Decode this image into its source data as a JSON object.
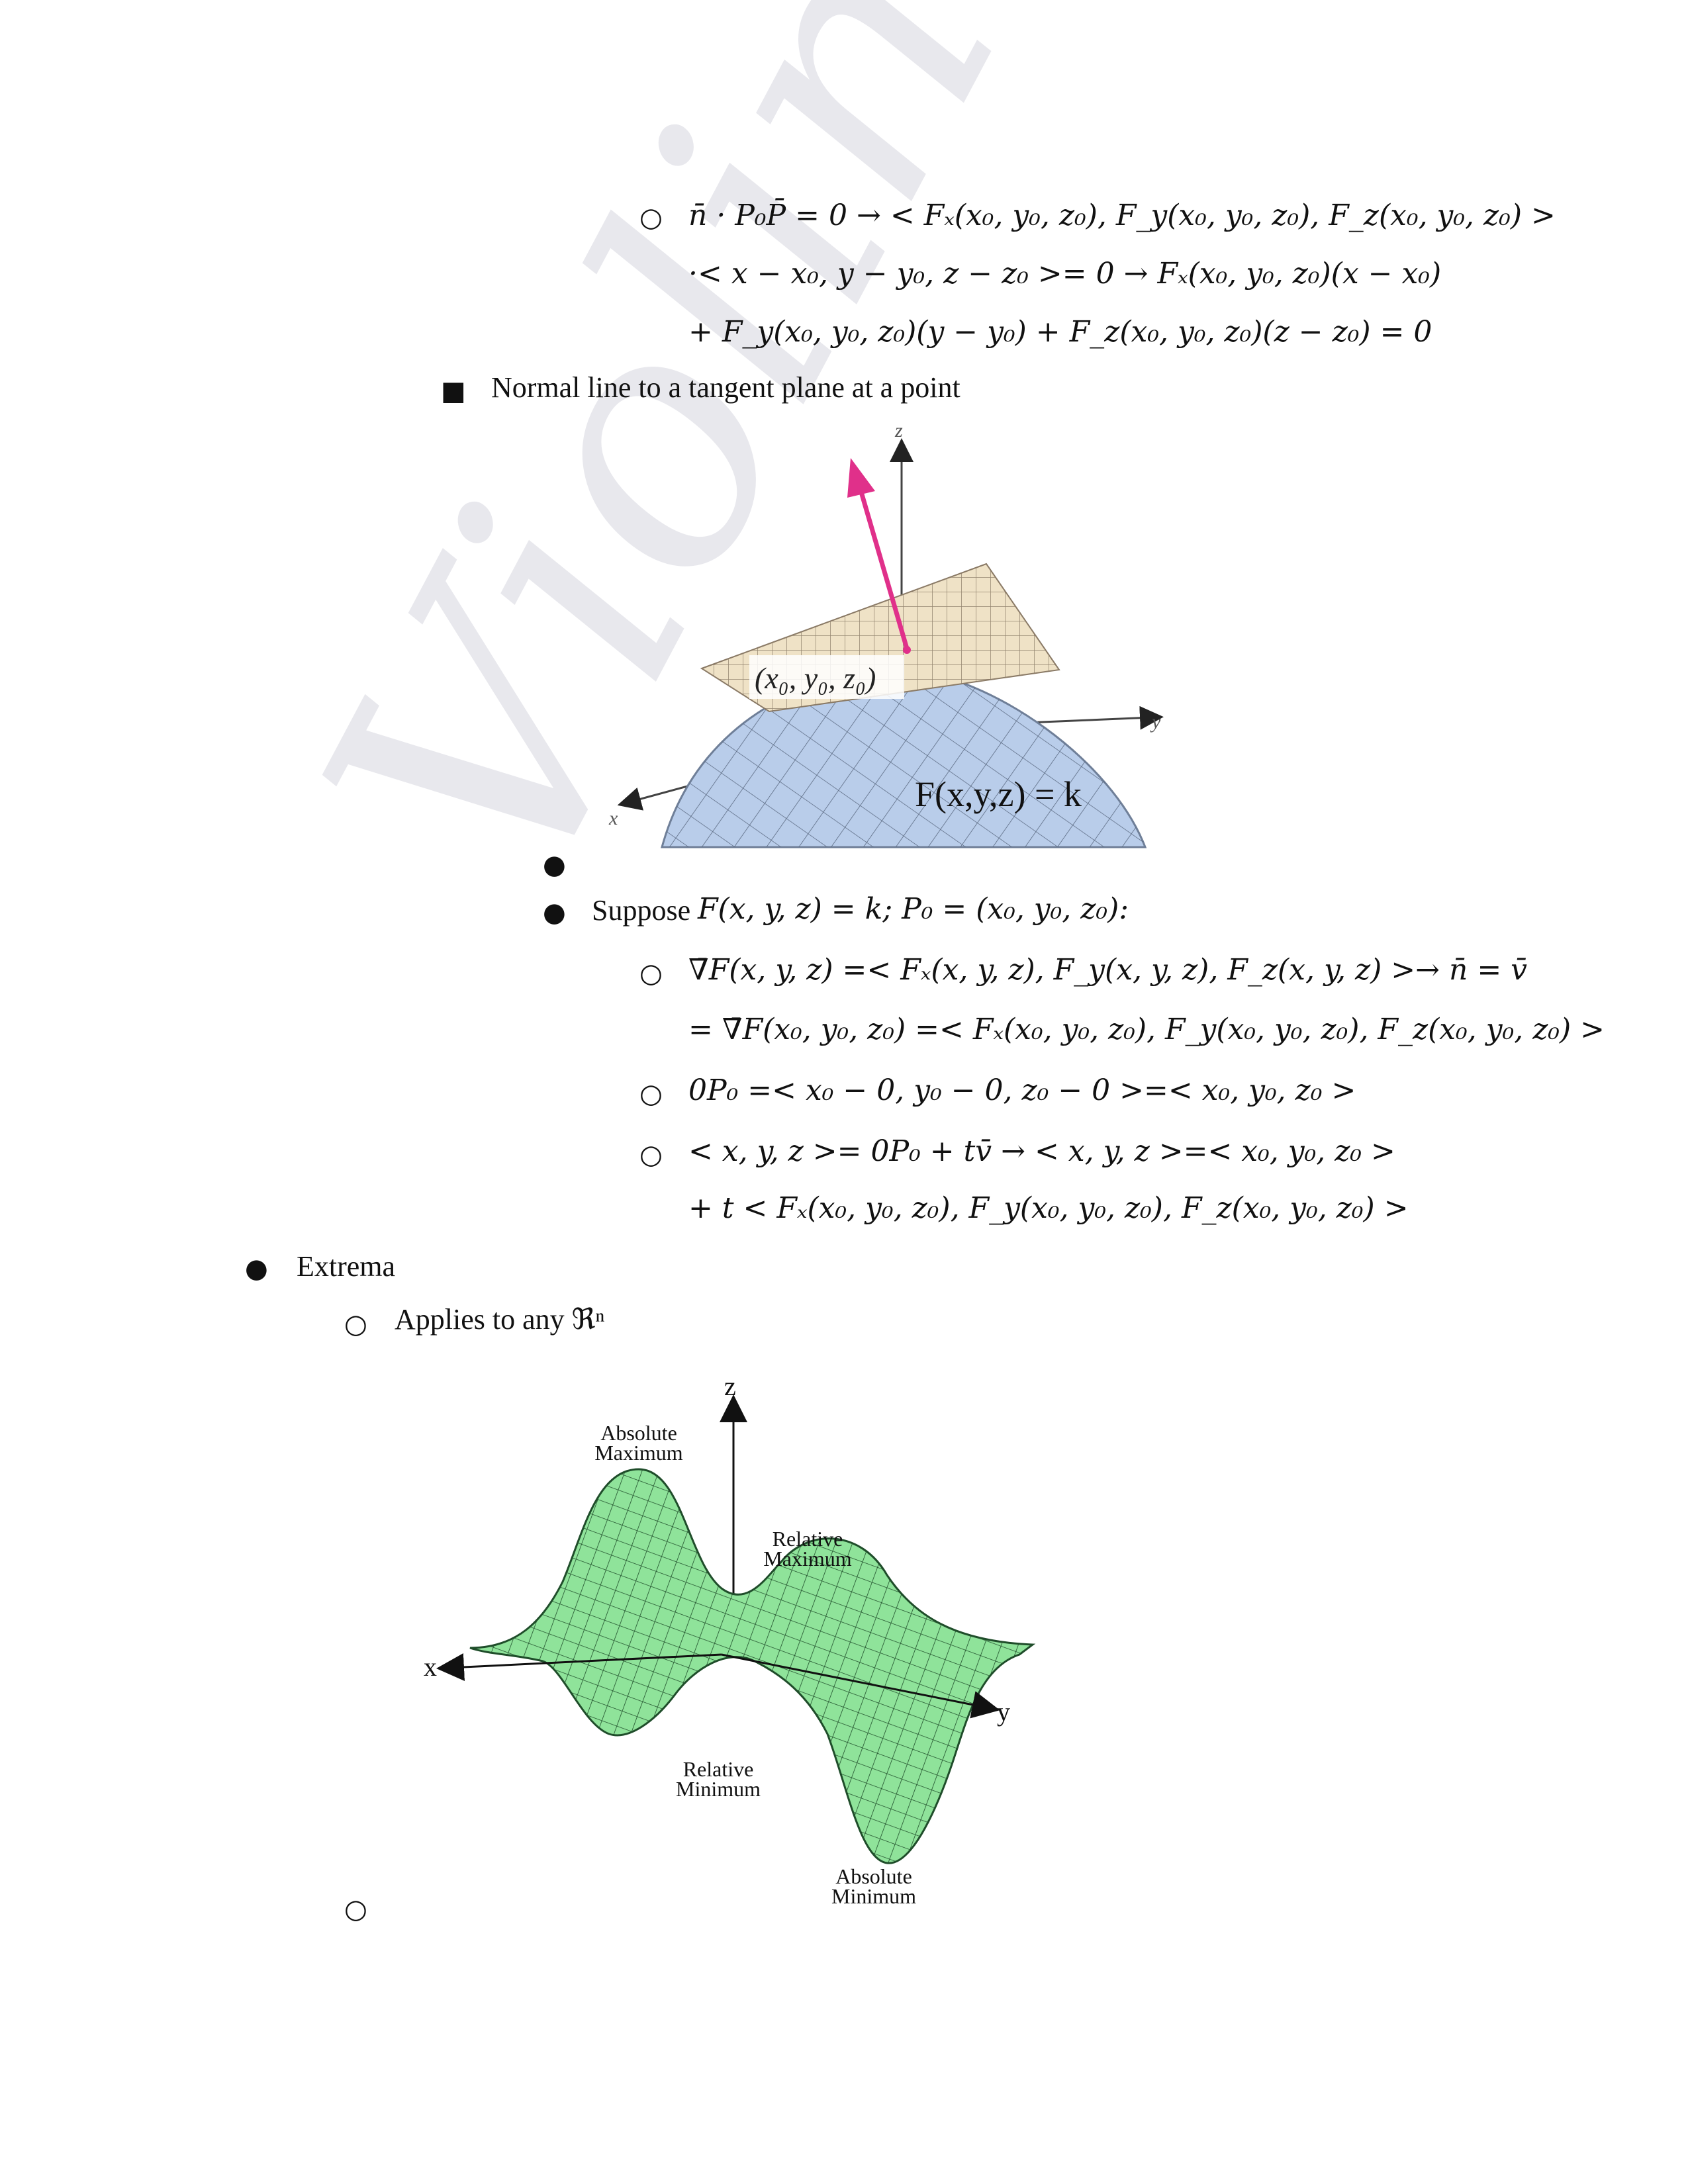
{
  "watermark": "Violintegral",
  "lines": {
    "l1": "n̄ · P₀P̄ = 0 → < Fₓ(x₀, y₀, z₀), F_y(x₀, y₀, z₀), F_z(x₀, y₀, z₀) >",
    "l2": "·< x − x₀, y − y₀, z − z₀ >= 0 → Fₓ(x₀, y₀, z₀)(x − x₀)",
    "l3": "+ F_y(x₀, y₀, z₀)(y − y₀) + F_z(x₀, y₀, z₀)(z − z₀) = 0",
    "normal_line": "Normal line to a tangent plane at a point",
    "suppose_label": "Suppose",
    "suppose_math": "F(x, y, z) = k; P₀ = (x₀, y₀, z₀):",
    "g1": "∇̄F(x, y, z) =< Fₓ(x, y, z), F_y(x, y, z), F_z(x, y, z) >→ n̄ = v̄",
    "g2": "= ∇̄F(x₀, y₀, z₀) =< Fₓ(x₀, y₀, z₀), F_y(x₀, y₀, z₀), F_z(x₀, y₀, z₀) >",
    "op": "0P₀ =< x₀ − 0, y₀ − 0, z₀ − 0 >=< x₀, y₀, z₀ >",
    "line1": "< x, y, z >= 0P₀ + tv̄ → < x, y, z >=< x₀, y₀, z₀ >",
    "line2": "+ t < Fₓ(x₀, y₀, z₀), F_y(x₀, y₀, z₀), F_z(x₀, y₀, z₀) >",
    "extrema": "Extrema",
    "applies": "Applies to any ℜⁿ"
  },
  "fig1": {
    "axis_z": "z",
    "axis_y": "y",
    "axis_x": "x",
    "point_label": "(x₀, y₀, z₀)",
    "surface_label": "F(x,y,z) = k",
    "arrow_color": "#e0308a",
    "plane_color": "#efe2c6",
    "surface_color": "#b9cdea"
  },
  "fig2": {
    "axis_z": "z",
    "axis_x": "x",
    "axis_y": "y",
    "abs_max_1": "Absolute",
    "abs_max_2": "Maximum",
    "rel_max_1": "Relative",
    "rel_max_2": "Maximum",
    "rel_min_1": "Relative",
    "rel_min_2": "Minimum",
    "abs_min_1": "Absolute",
    "abs_min_2": "Minimum",
    "surface_color": "#8fe39a"
  }
}
